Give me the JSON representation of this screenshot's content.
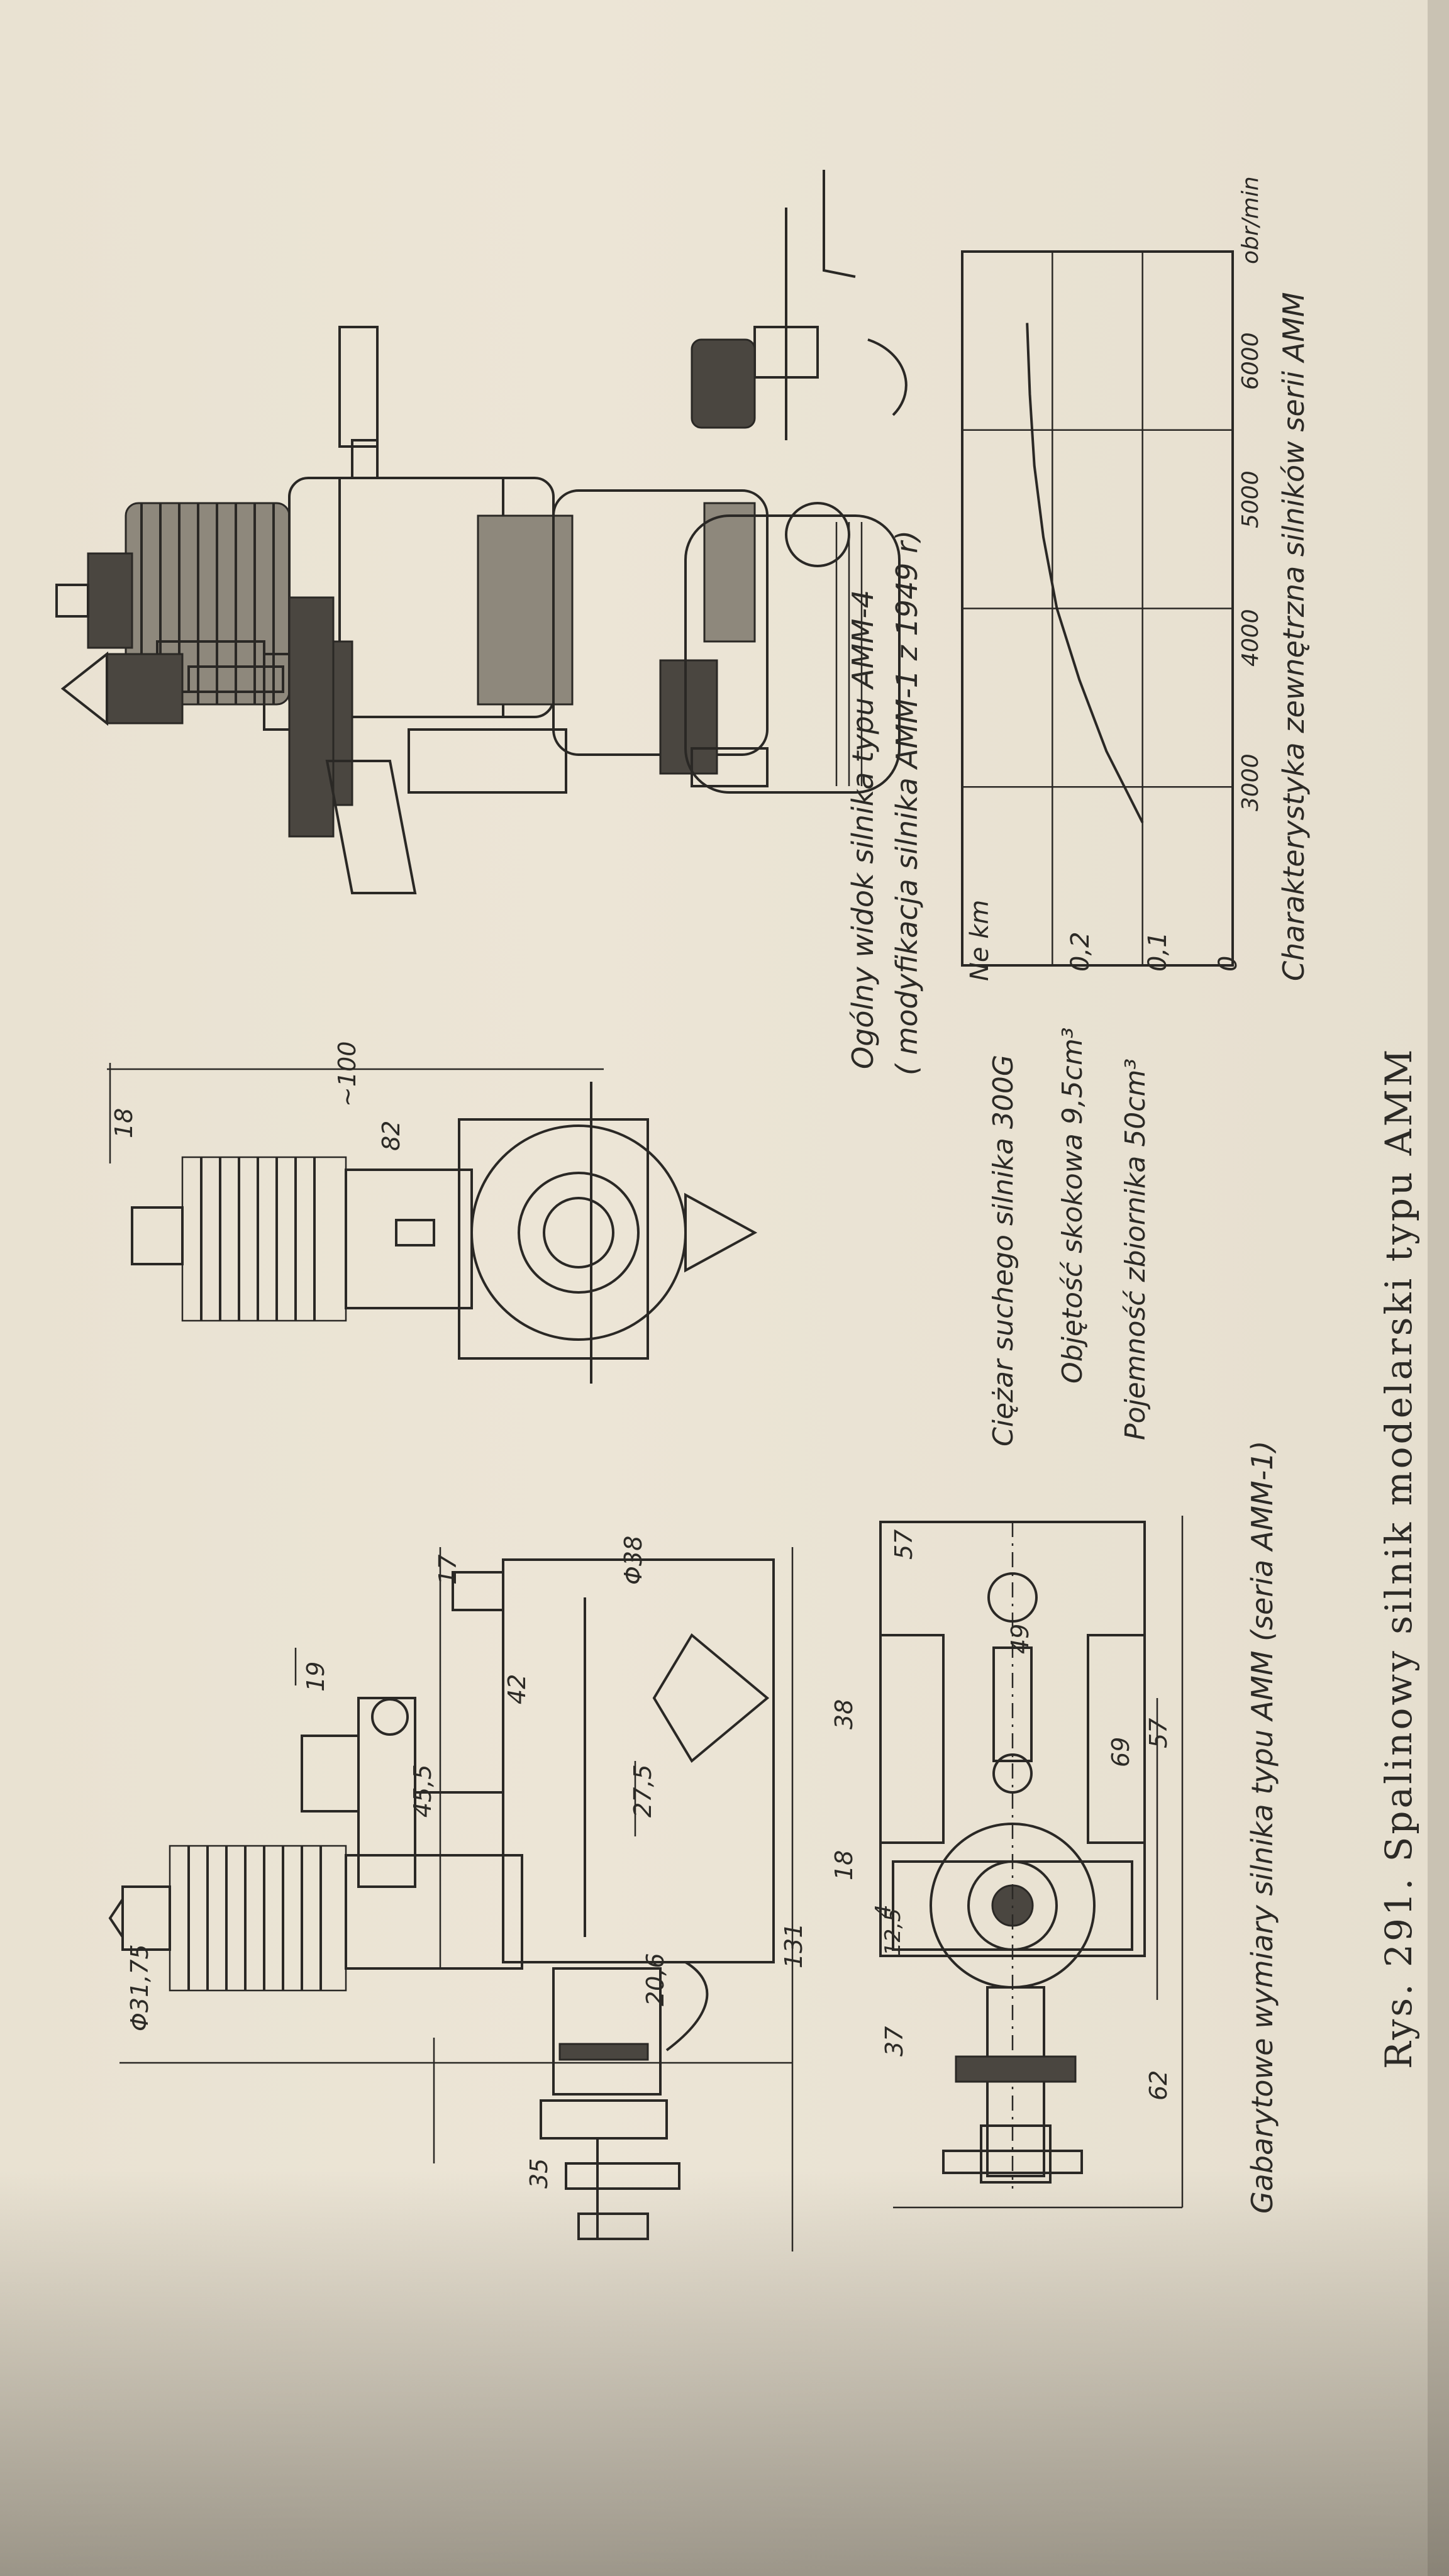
{
  "figure_caption": "Rys. 291. Spalinowy silnik modelarski typu AMM",
  "left_drawing_caption": "Gabarytowe wymiary silnika typu AMM (seria AMM-1)",
  "specs": {
    "weight": "Ciężar suchego silnika 300G",
    "displacement": "Objętość skokowa 9,5cm³",
    "tank": "Pojemność zbiornika 50cm³"
  },
  "view_caption_line1": "Ogólny widok silnika typu AMM-4",
  "view_caption_line2": "( modyfikacja silnika AMM-1 z 1949 r)",
  "chart_caption": "Charakterystyka zewnętrzna silników serii AMM",
  "dimensions": {
    "d_fins": "Φ31,75",
    "h_17": "17",
    "d_crank": "Φ38",
    "d_19": "19",
    "d_42": "42",
    "d_455": "45,5",
    "d_275": "27,5",
    "d_131": "131",
    "d_206": "20,6",
    "d_35": "35",
    "d_57_top": "57",
    "d_49": "49",
    "d_38": "38",
    "d_18": "18",
    "d_125": "12,5",
    "d_4": "4",
    "d_37": "37",
    "d_62": "62",
    "d_69": "69",
    "d_57_bot": "57",
    "d_100": "~100",
    "d_82": "82",
    "d_18b": "18"
  },
  "chart_data": {
    "type": "line",
    "xlabel": "obr/min",
    "ylabel": "Ne km",
    "x_ticks": [
      "3000",
      "4000",
      "5000",
      "6000"
    ],
    "y_ticks": [
      "0",
      "0,1",
      "0,2"
    ],
    "xlim": [
      3000,
      7000
    ],
    "ylim": [
      0,
      0.3
    ],
    "grid": true,
    "series": [
      {
        "x": [
          3800,
          4200,
          4600,
          5000,
          5400,
          5800,
          6200,
          6600
        ],
        "y": [
          0.1,
          0.14,
          0.17,
          0.195,
          0.21,
          0.22,
          0.225,
          0.228
        ]
      }
    ]
  }
}
